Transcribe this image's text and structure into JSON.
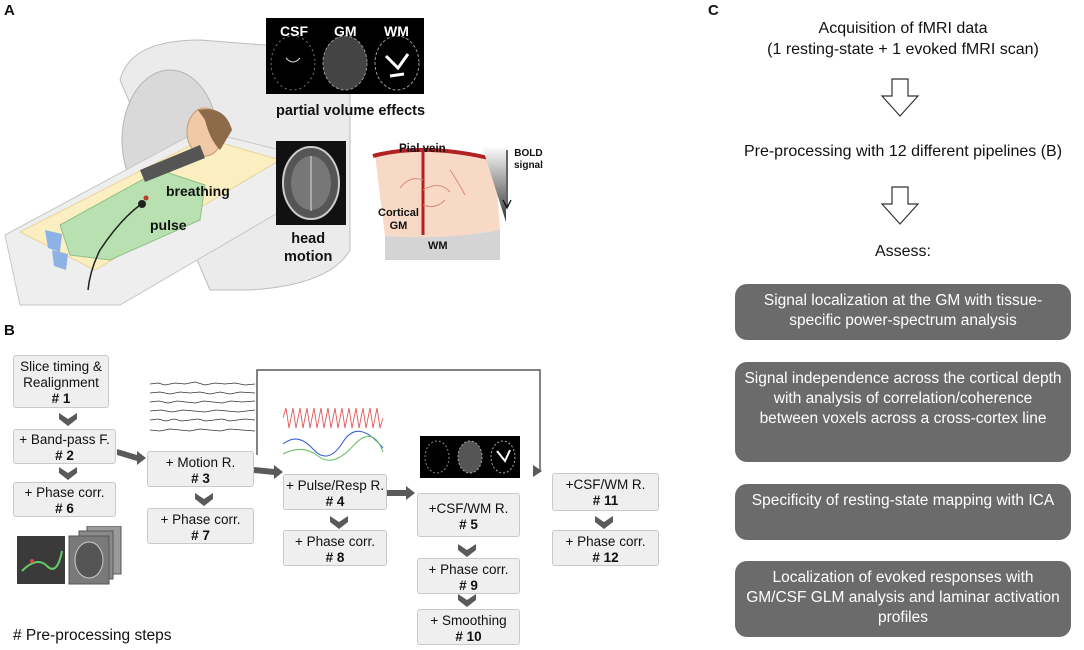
{
  "panel_a": {
    "letter": "A",
    "tissue_labels": [
      "CSF",
      "GM",
      "WM"
    ],
    "partial_volume_label": "partial volume effects",
    "breathing_label": "breathing",
    "pulse_label": "pulse",
    "head_motion_label": "head\nmotion",
    "pial_vein_label": "Pial vein",
    "bold_signal_label": "BOLD\nsignal",
    "cortical_gm_label": "Cortical\nGM",
    "wm_label": "WM"
  },
  "panel_b": {
    "letter": "B",
    "steps": [
      {
        "label": "Slice timing &\nRealignment",
        "num": "# 1"
      },
      {
        "label": "+ Band-pass F.",
        "num": "# 2"
      },
      {
        "label": "+ Phase corr.",
        "num": "# 6"
      },
      {
        "label": "+ Motion R.",
        "num": "# 3"
      },
      {
        "label": "+ Phase corr.",
        "num": "# 7"
      },
      {
        "label": "+ Pulse/Resp R.",
        "num": "# 4"
      },
      {
        "label": "+ Phase corr.",
        "num": "# 8"
      },
      {
        "label": "+CSF/WM R.",
        "num": "# 5"
      },
      {
        "label": "+ Phase corr.",
        "num": "# 9"
      },
      {
        "label": "+ Smoothing",
        "num": "# 10"
      },
      {
        "label": "+CSF/WM R.",
        "num": "# 11"
      },
      {
        "label": "+ Phase corr.",
        "num": "# 12"
      }
    ],
    "legend": "# Pre-processing steps"
  },
  "panel_c": {
    "letter": "C",
    "acquisition": "Acquisition of fMRI data\n(1 resting-state + 1 evoked fMRI scan)",
    "preprocessing": "Pre-processing with 12 different pipelines (B)",
    "assess": "Assess:",
    "assessments": [
      "Signal localization at the GM with tissue-specific power-spectrum analysis",
      "Signal independence across the cortical depth with analysis of correlation/coherence between voxels across a cross-cortex line",
      "Specificity of resting-state mapping with ICA",
      "Localization of evoked responses with GM/CSF GLM analysis and laminar activation profiles"
    ]
  },
  "colors": {
    "assess_box": "#6b6b6b",
    "step_box": "#efefef",
    "arrow": "#5a5a5a",
    "vein": "#b22222"
  }
}
